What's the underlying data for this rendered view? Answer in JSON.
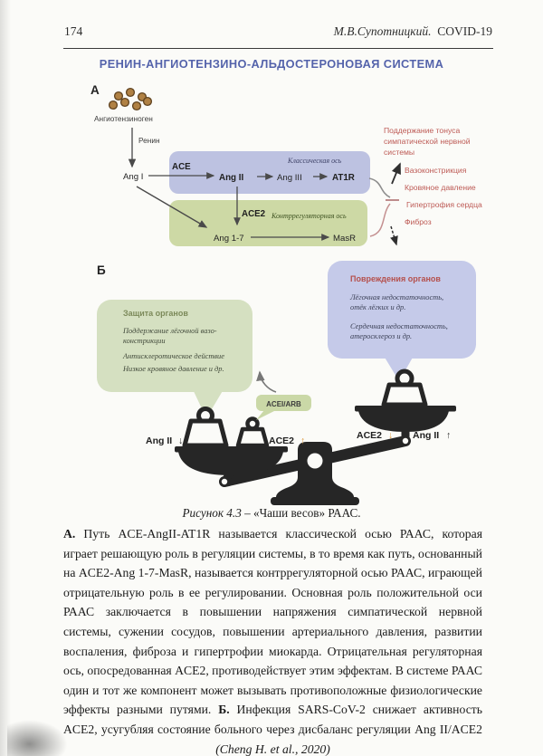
{
  "page": {
    "number": "174",
    "header_author": "М.В.Супотницкий.",
    "header_book": "COVID-19"
  },
  "title": "РЕНИН-АНГИОТЕНЗИНО-АЛЬДОСТЕРОНОВАЯ СИСТЕМА",
  "colors": {
    "title_blue": "#5463ab",
    "classical_box": "#bdc2e1",
    "counter_box": "#cdd9a5",
    "green_bubble": "#d5e0c1",
    "blue_bubble": "#c5cae9",
    "acei_bubble": "#cad8a7",
    "red_text": "#bd5a55",
    "scale_dark": "#262626",
    "orange_arrow": "#dd9a3e",
    "dot_fill": "#b08144"
  },
  "diagram_a": {
    "label": "А",
    "angiotensinogen": "Ангиотензиноген",
    "renin": "Ренин",
    "ang1": "Ang I",
    "ace": "ACE",
    "classical_axis": "Классическая ось",
    "ang2": "Ang II",
    "ang3": "Ang III",
    "at1r": "AT1R",
    "ace2": "ACE2",
    "counter_axis": "Контррегуляторная ось",
    "ang17": "Ang 1-7",
    "masr": "MasR",
    "effects": [
      "Поддержание тонуса",
      "симпатической нервной",
      "системы",
      "Вазоконстрикция",
      "Кровяное давление",
      "Гипертрофия сердца",
      "Фиброз"
    ]
  },
  "diagram_b": {
    "label": "Б",
    "green_bubble": {
      "title": "Защита органов",
      "lines": [
        "Поддержание лёгочной вазо-",
        "констрикции",
        "Антисклеротическое действие",
        "Низкое кровяное давление и др."
      ]
    },
    "blue_bubble": {
      "title": "Повреждения органов",
      "lines": [
        "Лёгочная недостаточность,",
        "отёк лёгких и др.",
        "Сердечная недостаточность,",
        "атеросклероз и др."
      ]
    },
    "acei_arb": "ACEI/ARB",
    "left_pan": {
      "left_label": "Ang II",
      "left_arrow": "↓",
      "right_label": "ACE2",
      "right_arrow": "↑"
    },
    "right_pan": {
      "left_label": "ACE2",
      "left_arrow": "↓",
      "right_label": "Ang II",
      "right_arrow": "↑"
    }
  },
  "caption": {
    "figure_label": "Рисунок 4.3",
    "rest": " – «Чаши весов» РААС."
  },
  "body": {
    "label_a": "А.",
    "text_a": " Путь ACE-AngII-AT1R называется классической осью РААС, которая играет решающую роль в регуляции системы, в то время как путь, основанный на ACE2-Ang 1-7-MasR, называется контррегуляторной осью РААС, играющей отрицательную роль в ее регулировании. Основная роль положительной оси РААС заключается в повышении напряжения симпатической нервной системы, сужении сосудов, повышении артериального давления, развитии воспаления, фиброза и гипертрофии миокарда. Отрицательная регуляторная ось, опосредованная ACE2, противодействует этим эффектам. В системе РААС один и тот же компонент может вызывать противоположные физиологические эффекты разными путями. ",
    "label_b": "Б.",
    "text_b": " Инфекция SARS-CoV-2 снижает активность ACE2, усугубляя состояние больного через дисбаланс регуляции Ang II/ACE2 ",
    "citation": "(Cheng H. et al., 2020)"
  }
}
